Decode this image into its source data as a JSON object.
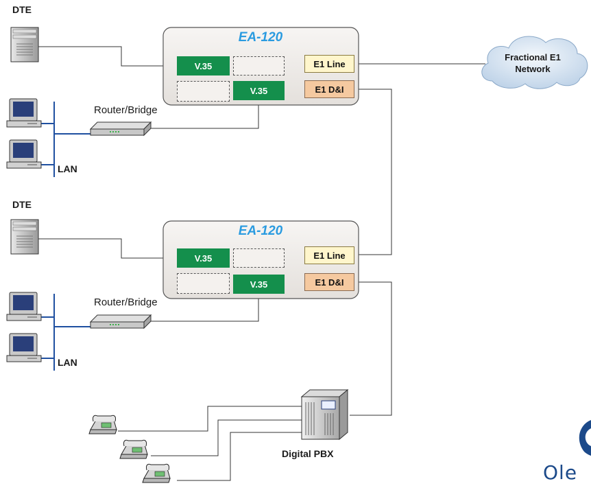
{
  "units": [
    {
      "title": "EA-120",
      "port_a": "V.35",
      "port_b": "V.35",
      "e1_line": "E1 Line",
      "e1_di": "E1 D&I"
    },
    {
      "title": "EA-120",
      "port_a": "V.35",
      "port_b": "V.35",
      "e1_line": "E1 Line",
      "e1_di": "E1 D&I"
    }
  ],
  "labels": {
    "dte_top": "DTE",
    "dte_bottom": "DTE",
    "router_top": "Router/Bridge",
    "router_bottom": "Router/Bridge",
    "lan_top": "LAN",
    "lan_bottom": "LAN",
    "network_line1": "Fractional E1",
    "network_line2": "Network",
    "pbx": "Digital PBX",
    "logo": "Ole"
  },
  "colors": {
    "title": "#2a9be0",
    "v35": "#148f4c",
    "e1_line": "#fff6cc",
    "e1_di": "#f5c9a0",
    "lan_bus": "#1e4fa0",
    "logo": "#1c4a8a"
  },
  "icons": [
    "server-icon",
    "computer-icon",
    "router-icon",
    "cloud-icon",
    "pbx-icon",
    "phone-icon",
    "logo-icon"
  ]
}
